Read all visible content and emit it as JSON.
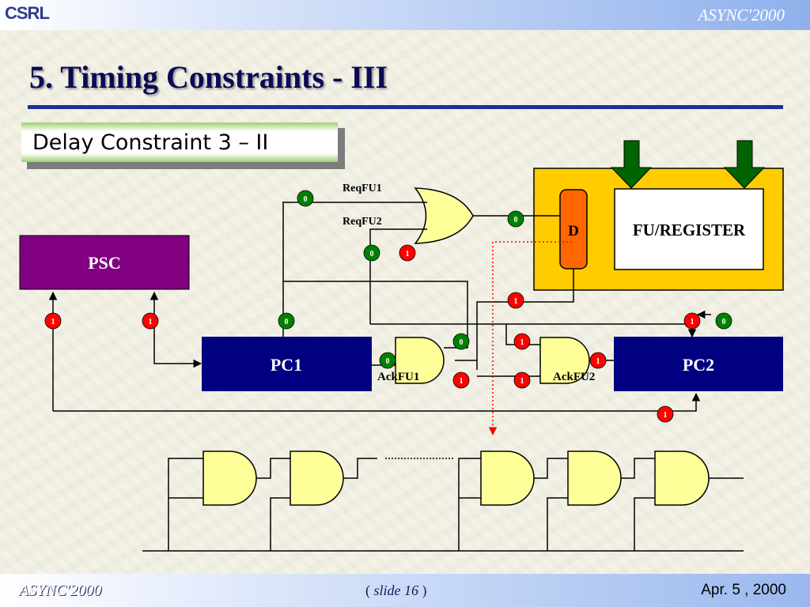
{
  "header": {
    "logo_text": "CSRL",
    "right_label": "ASYNC'2000"
  },
  "slide": {
    "title": "5. Timing Constraints - III",
    "subtitle": "Delay Constraint 3 – II"
  },
  "diagram": {
    "psc_label": "PSC",
    "pc1_label": "PC1",
    "pc2_label": "PC2",
    "fu_register_label": "FU/REGISTER",
    "d_label": "D",
    "reqfu1_label": "ReqFU1",
    "reqfu2_label": "ReqFU2",
    "ackfu1_label": "AckFU1",
    "ackfu2_label": "AckFU2",
    "tokens": {
      "t_psc_left": "1",
      "t_psc_right": "1",
      "t_pc1_top": "0",
      "t_req1": "0",
      "t_req2_a": "0",
      "t_req2_b": "1",
      "t_or_out": "0",
      "t_d_out": "1",
      "t_pc2_a": "1",
      "t_pc2_b": "0",
      "t_and1_in": "0",
      "t_and1_top": "0",
      "t_and1_out": "1",
      "t_and2_top": "1",
      "t_and2_in": "1",
      "t_and2_out": "1",
      "t_bottom": "1"
    },
    "colors": {
      "psc": "#800080",
      "pc": "#000080",
      "d_block": "#ff6600",
      "fu_frame": "#ffcc00",
      "gate_fill": "#ffff99",
      "token_red": "#ff0000",
      "token_green": "#008000",
      "arrow_green": "#006400"
    }
  },
  "footer": {
    "left": "ASYNC'2000",
    "center_open": "( ",
    "center_slide": "slide 16",
    "center_close": " )",
    "right": "Apr. 5 , 2000"
  }
}
